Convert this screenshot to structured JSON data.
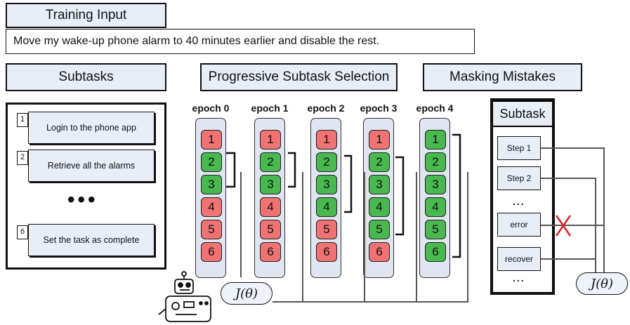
{
  "training_input": {
    "title": "Training Input",
    "prompt": "Move my wake-up phone alarm to 40 minutes earlier and disable the rest."
  },
  "subtasks": {
    "title": "Subtasks",
    "items": [
      {
        "num": "1",
        "label": "Login to the phone app"
      },
      {
        "num": "2",
        "label": "Retrieve all the alarms"
      },
      {
        "num": "6",
        "label": "Set the task as complete"
      }
    ],
    "ellipsis": "•••"
  },
  "progressive": {
    "title": "Progressive Subtask Selection",
    "epochs": [
      {
        "label": "epoch 0",
        "cells": [
          "red",
          "green",
          "green",
          "red",
          "red",
          "red"
        ]
      },
      {
        "label": "epoch 1",
        "cells": [
          "red",
          "green",
          "green",
          "red",
          "red",
          "red"
        ]
      },
      {
        "label": "epoch 2",
        "cells": [
          "red",
          "green",
          "green",
          "green",
          "red",
          "red"
        ]
      },
      {
        "label": "epoch 3",
        "cells": [
          "red",
          "green",
          "green",
          "green",
          "green",
          "red"
        ]
      },
      {
        "label": "epoch 4",
        "cells": [
          "green",
          "green",
          "green",
          "green",
          "green",
          "green"
        ]
      }
    ],
    "cell_numbers": [
      "1",
      "2",
      "3",
      "4",
      "5",
      "6"
    ],
    "objective": "J(θ)"
  },
  "masking": {
    "title": "Masking Mistakes",
    "panel_title": "Subtask",
    "steps": [
      {
        "label": "Step 1"
      },
      {
        "label": "Step 2"
      },
      {
        "label": "error"
      },
      {
        "label": "recover"
      }
    ],
    "ellipsis": "...",
    "objective": "J(θ)"
  },
  "colors": {
    "header_bg": "#e8eef8",
    "selected": "#48b84f",
    "unselected": "#f07272",
    "mask_x": "#e02020"
  }
}
